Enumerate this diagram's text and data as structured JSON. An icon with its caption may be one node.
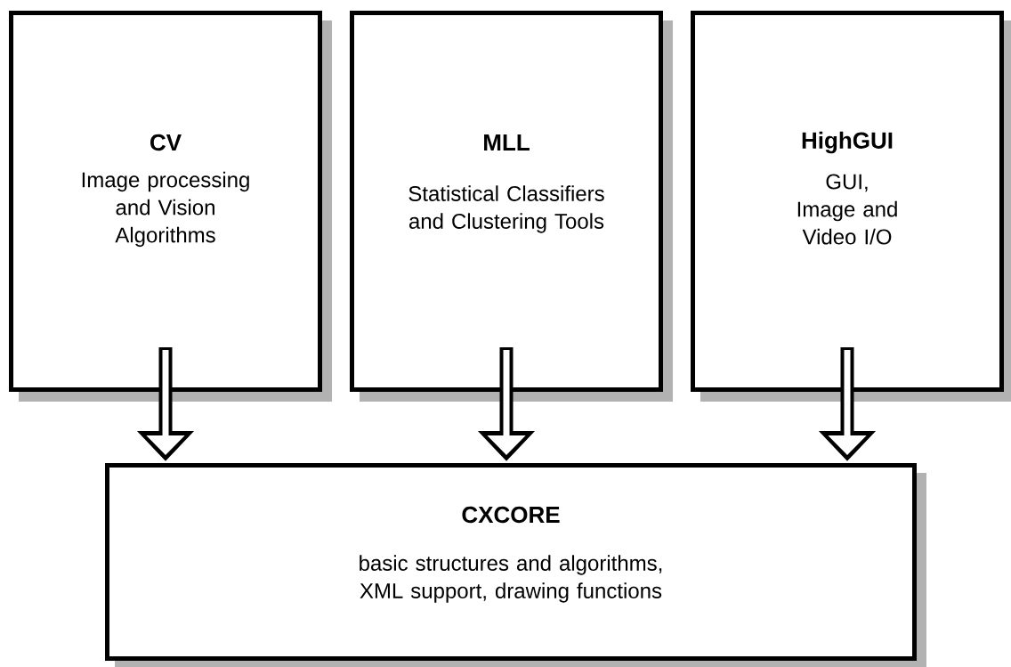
{
  "diagram": {
    "nodes": [
      {
        "text": [
          "CV",
          "Image processing and Vision Algorithms"
        ]
      },
      {
        "text": [
          "MLL",
          "Statistical Classifiers and Clustering Tools"
        ]
      },
      {
        "text": [
          "HighGUI",
          "GUI, Image and Video I/O"
        ]
      },
      {
        "text": [
          "CXCORE",
          "basic structures and algorithms, XML support, drawing functions"
        ]
      }
    ],
    "edges": [
      {
        "from": 0,
        "to": 3,
        "arrow": "to"
      },
      {
        "from": 1,
        "to": 3,
        "arrow": "to"
      },
      {
        "from": 2,
        "to": 3,
        "arrow": "to"
      }
    ]
  }
}
